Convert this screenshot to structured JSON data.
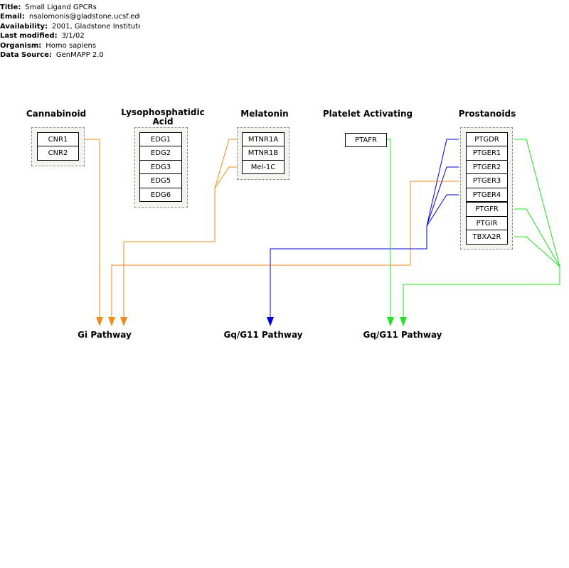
{
  "header": {
    "title_label": "Title:",
    "title": "Small Ligand GPCRs",
    "email_label": "Email:",
    "email": "nsalomonis@gladstone.ucsf.edu",
    "availability_label": "Availability:",
    "availability": "2001, Gladstone Institute",
    "modified_label": "Last modified:",
    "modified": "3/1/02",
    "organism_label": "Organism:",
    "organism": "Homo sapiens",
    "source_label": "Data Source:",
    "source": "GenMAPP 2.0"
  },
  "groups": {
    "cannabinoid": {
      "title": "Cannabinoid",
      "genes": [
        "CNR1",
        "CNR2"
      ]
    },
    "lpa": {
      "title_line1": "Lysophosphatidic",
      "title_line2": "Acid",
      "genes": [
        "EDG1",
        "EDG2",
        "EDG3",
        "EDG5",
        "EDG6"
      ]
    },
    "melatonin": {
      "title": "Melatonin",
      "genes": [
        "MTNR1A",
        "MTNR1B",
        "Mel-1C"
      ]
    },
    "platelet": {
      "title": "Platelet Activating",
      "genes": [
        "PTAFR"
      ]
    },
    "prostanoids": {
      "title": "Prostanoids",
      "genes": [
        "PTGDR",
        "PTGER1",
        "PTGER2",
        "PTGER3",
        "PTGER4",
        "PTGFR",
        "PTGIR",
        "TBXA2R"
      ]
    }
  },
  "pathways": {
    "gi": "Gi Pathway",
    "gq1": "Gq/G11 Pathway",
    "gq2": "Gq/G11 Pathway"
  },
  "colors": {
    "gi": "#f28a1e",
    "gq_blue": "#0000dd",
    "gq_green": "#22e022"
  }
}
